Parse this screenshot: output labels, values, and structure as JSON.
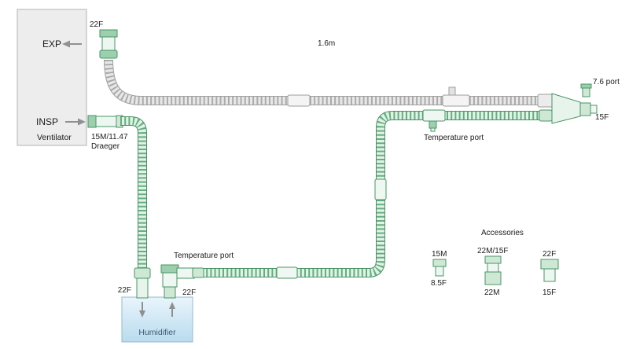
{
  "ventilator": {
    "label": "Ventilator",
    "exp_port": "EXP",
    "insp_port": "INSP"
  },
  "circuit": {
    "exp_connector_size": "22F",
    "tube_length": "1.6m",
    "wye_top_port": "7.6 port",
    "wye_patient_size": "15F",
    "insp_temp_port": "Temperature port",
    "insp_connector_size": "15M/11.47",
    "insp_connector_brand": "Draeger",
    "humidifier_inlet_size": "22F",
    "humidifier_temp_port": "Temperature port",
    "humidifier_outlet_size": "22F",
    "humidifier_label": "Humidifier"
  },
  "accessories": {
    "title": "Accessories",
    "items": [
      {
        "top": "15M",
        "bottom": "8.5F"
      },
      {
        "top": "22M/15F",
        "bottom": "22M"
      },
      {
        "top": "22F",
        "bottom": "15F"
      }
    ]
  },
  "colors": {
    "green": "#4a9465",
    "green_light": "#cfe8d6",
    "tube_green": "#66ae80",
    "tube_gray": "#ababab",
    "humidifier_blue": "#bcdcee",
    "ventilator_gray": "#ededed",
    "text": "#1c1c1c"
  }
}
